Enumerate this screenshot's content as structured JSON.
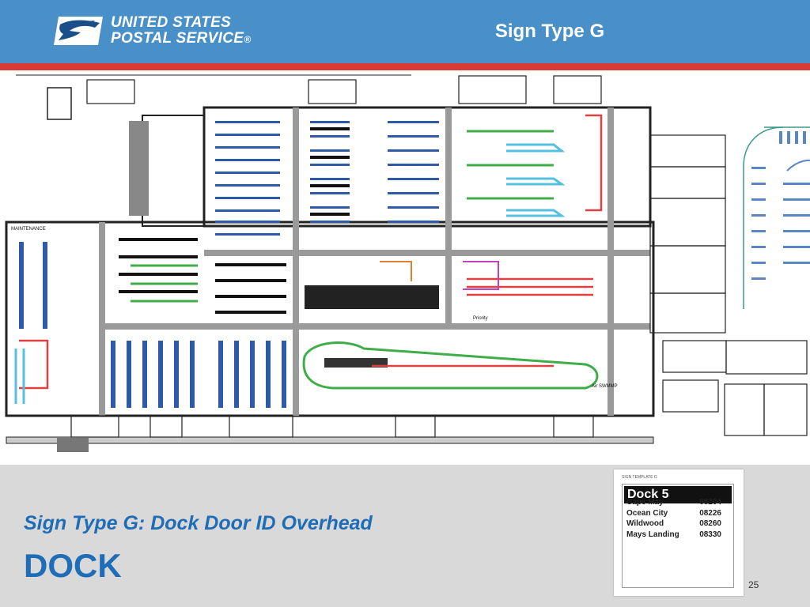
{
  "header": {
    "logo_line1": "UNITED STATES",
    "logo_line2": "POSTAL SERVICE",
    "logo_mark": "®",
    "slide_title": "Sign Type G",
    "colors": {
      "header_bg": "#4a90c8",
      "accent_red": "#d93a34",
      "title_blue": "#1f6db6"
    }
  },
  "main": {
    "subtitle": "Sign Type G: Dock Door ID Overhead",
    "title": "DOCK"
  },
  "sign": {
    "template_label": "SIGN TEMPLATE G",
    "dock_label": "Dock 5",
    "rows": [
      {
        "city": "Cape May",
        "zip": "08204"
      },
      {
        "city": "Ocean City",
        "zip": "08226"
      },
      {
        "city": "Wildwood",
        "zip": "08260"
      },
      {
        "city": "Mays Landing",
        "zip": "08330"
      }
    ]
  },
  "footer": {
    "page_number": "25"
  },
  "floor_plan": {
    "labels": [
      "MAINTENANCE",
      "Priority",
      "Air SWMMP"
    ]
  }
}
